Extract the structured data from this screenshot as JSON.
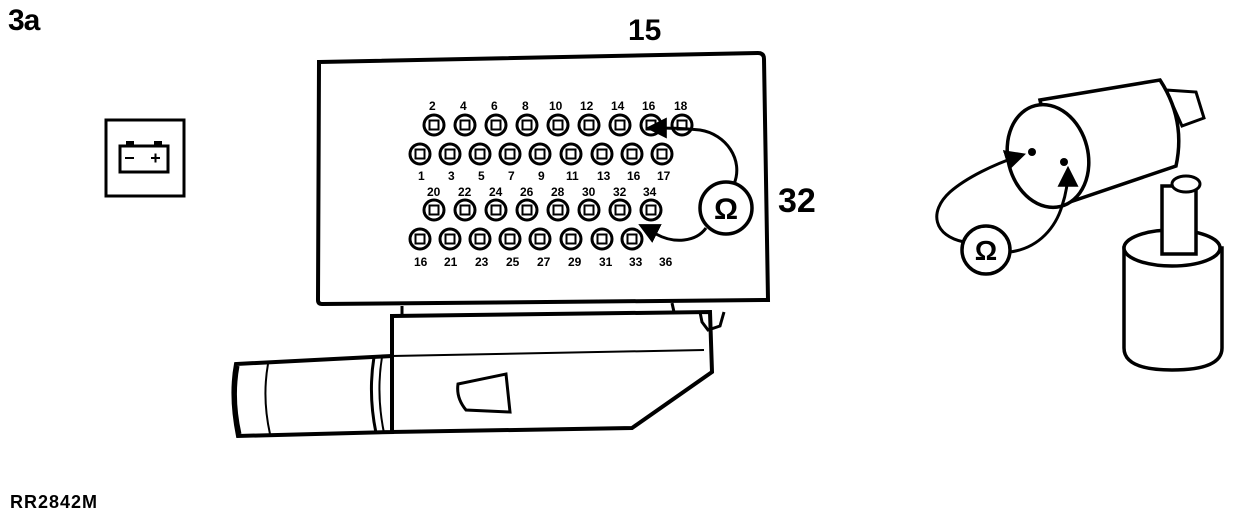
{
  "figure": {
    "label": "3a",
    "component_number": "15",
    "callout": "32",
    "reference": "RR2842M"
  },
  "ohm_symbol": "Ω",
  "icons": [
    "battery-icon",
    "ohmmeter-icon",
    "sensor-icon",
    "connector-plug-icon"
  ],
  "connector": {
    "top_row_labels": [
      "2",
      "4",
      "6",
      "8",
      "10",
      "12",
      "14",
      "16",
      "18"
    ],
    "second_row_labels": [
      "1",
      "3",
      "5",
      "7",
      "9",
      "11",
      "13",
      "16",
      "17"
    ],
    "third_row_labels": [
      "20",
      "22",
      "24",
      "26",
      "28",
      "30",
      "32",
      "34"
    ],
    "bottom_row_labels": [
      "16",
      "21",
      "23",
      "25",
      "27",
      "29",
      "31",
      "33",
      "36"
    ]
  }
}
